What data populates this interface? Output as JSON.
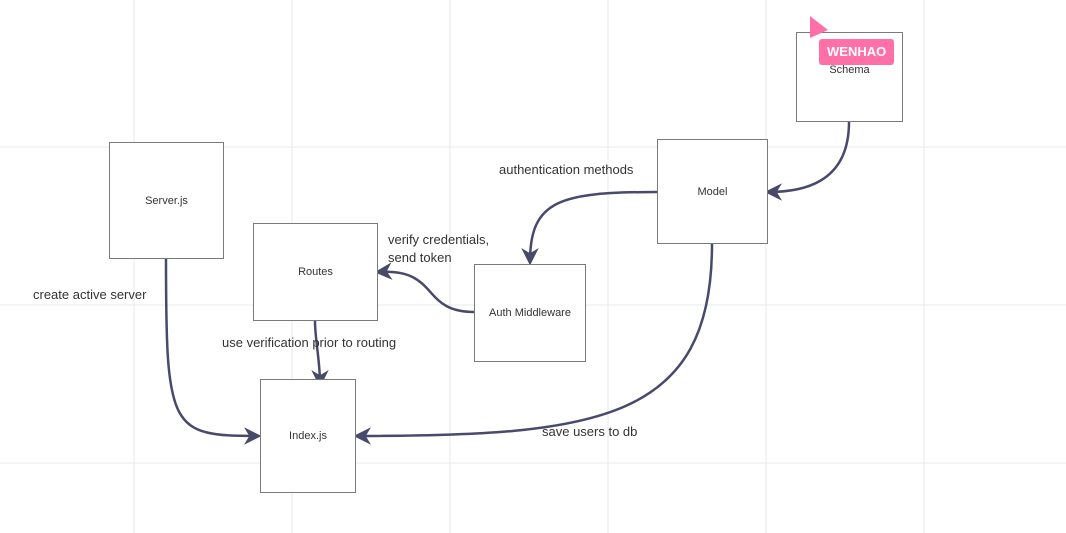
{
  "nodes": {
    "schema": "Schema",
    "model": "Model",
    "server": "Server.js",
    "routes": "Routes",
    "auth": "Auth Middleware",
    "index": "Index.js"
  },
  "labels": {
    "authentication_methods": "authentication methods",
    "verify_line1": "verify credentials,",
    "verify_line2": "send token",
    "create_server": "create active server",
    "use_verification": "use verification prior to routing",
    "save_users": "save users to db"
  },
  "collaborator": {
    "name": "WENHAO",
    "color": "#ff6fa8",
    "icon": "cursor-pointer-icon"
  },
  "colors": {
    "edge": "#474a6b",
    "grid": "#e6e8ec",
    "node_border": "#7a7a7a"
  }
}
